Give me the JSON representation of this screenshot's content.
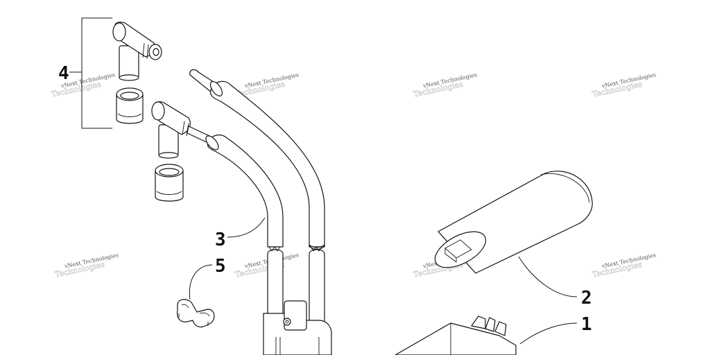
{
  "callouts": {
    "c1": "1",
    "c2": "2",
    "c3": "3",
    "c4": "4",
    "c5": "5"
  },
  "watermark": {
    "text": "vNext Technologies",
    "back_text": "Technologies"
  },
  "colors": {
    "line": "#111111",
    "background": "#ffffff",
    "watermark": "#555555"
  }
}
